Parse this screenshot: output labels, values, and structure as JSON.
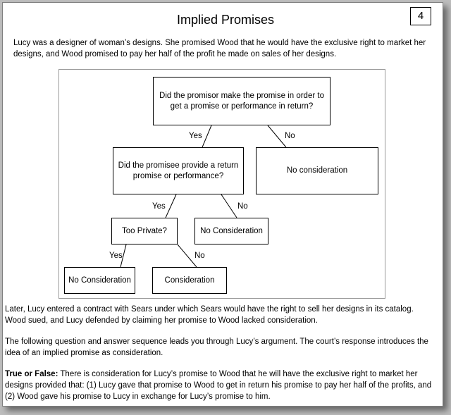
{
  "page": {
    "title": "Implied Promises",
    "number": "4"
  },
  "intro": "Lucy was a designer of woman’s designs. She promised Wood that he would have the exclusive right to market her designs, and Wood promised to pay her half of the profit he made on sales of her designs.",
  "diagram": {
    "q1": "Did the promisor make the promise in order to get a promise or performance in return?",
    "q1_yes": "Yes",
    "q1_no": "No",
    "no_consideration_1": "No consideration",
    "q2": "Did the promisee provide a return promise or performance?",
    "q2_yes": "Yes",
    "q2_no": "No",
    "no_consideration_2": "No Consideration",
    "q3": "Too Private?",
    "q3_yes": "Yes",
    "q3_no": "No",
    "no_consideration_3": "No Consideration",
    "consideration": "Consideration"
  },
  "later": "Later, Lucy entered a contract with Sears under which Sears would have the right to sell her designs in its catalog. Wood sued, and Lucy defended by claiming her promise to Wood lacked consideration.",
  "following": "The following question and answer sequence leads you through Lucy’s argument. The court’s response introduces the idea of an implied promise as consideration.",
  "question": {
    "label": "True or False:",
    "text": " There is consideration for Lucy’s promise to Wood that he will have the exclusive right to market her designs provided that: (1) Lucy gave that promise to Wood to get in return his promise to pay her half of the profits, and (2) Wood gave his promise to Lucy in exchange for Lucy’s promise to him."
  }
}
